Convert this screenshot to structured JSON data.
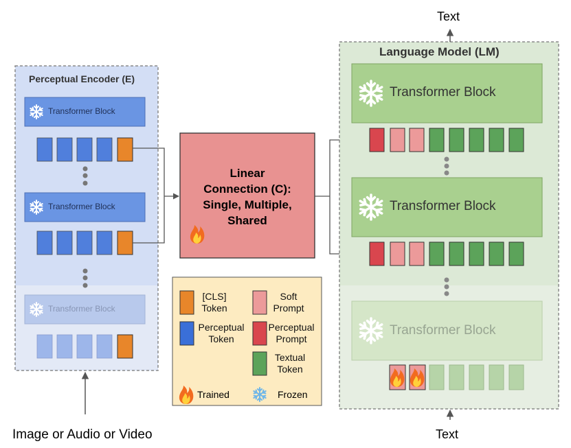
{
  "encoder": {
    "title": "Perceptual Encoder (E)",
    "block_label": "Transformer  Block"
  },
  "connection": {
    "line1": "Linear",
    "line2": "Connection (C):",
    "line3": "Single, Multiple,",
    "line4": "Shared"
  },
  "lm": {
    "title": "Language Model (LM)",
    "block_label": "Transformer  Block"
  },
  "io": {
    "input_label": "Image or Audio or Video",
    "top_output": "Text",
    "bottom_input": "Text"
  },
  "legend": {
    "cls": "[CLS]\nToken",
    "perceptual_token": "Perceptual\nToken",
    "soft_prompt": "Soft\nPrompt",
    "perceptual_prompt": "Perceptual\nPrompt",
    "textual_token": "Textual\nToken",
    "trained": "Trained",
    "frozen": "Frozen"
  },
  "colors": {
    "encoder_bg": "#d3def5",
    "lm_bg": "#dce9d6",
    "blue_token": "#3a6fd8",
    "cls_orange": "#e8862a",
    "soft_pink": "#ec9a9a",
    "perceptual_red": "#d9464e",
    "textual_green": "#5ca35a",
    "connection_red": "#e89291",
    "legend_bg": "#fdebc1",
    "lm_block": "#a9d08f"
  }
}
